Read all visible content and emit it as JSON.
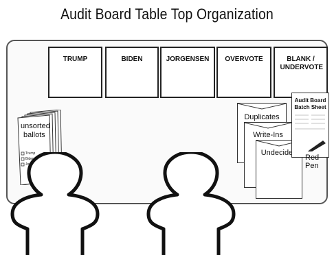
{
  "title": "Audit Board Table Top Organization",
  "bins": [
    "TRUMP",
    "BIDEN",
    "JORGENSEN",
    "OVERVOTE",
    "BLANK / UNDERVOTE"
  ],
  "ballots": {
    "label_line1": "unsorted",
    "label_line2": "ballots",
    "checkboxes": [
      "Trump",
      "Biden",
      "Jorgensen"
    ]
  },
  "envelopes": [
    "Duplicates",
    "Write-Ins",
    "Undecided"
  ],
  "batch_sheet": {
    "title_line1": "Audit Board",
    "title_line2": "Batch Sheet"
  },
  "red_pen_label": "Red Pen"
}
